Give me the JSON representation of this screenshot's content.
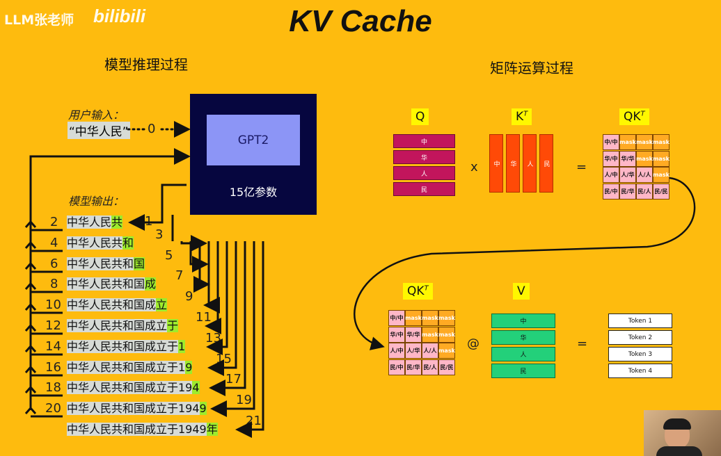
{
  "watermark": {
    "text": "LLM张老师",
    "logo": "bilibili"
  },
  "title": "KV Cache",
  "left_section": {
    "title": "模型推理过程",
    "user_input_label": "用户输入：",
    "user_input_value": "“中华人民”",
    "user_input_step": "0",
    "model_output_label": "模型输出：",
    "model": {
      "name": "GPT2",
      "params": "15亿参数"
    },
    "outputs": [
      {
        "step": "2",
        "prefix": "中华人民",
        "new": "共",
        "feed": "1"
      },
      {
        "step": "4",
        "prefix": "中华人民共",
        "new": "和",
        "feed": "3"
      },
      {
        "step": "6",
        "prefix": "中华人民共和",
        "new": "国",
        "feed": "5"
      },
      {
        "step": "8",
        "prefix": "中华人民共和国",
        "new": "成",
        "feed": "7"
      },
      {
        "step": "10",
        "prefix": "中华人民共和国成",
        "new": "立",
        "feed": "9"
      },
      {
        "step": "12",
        "prefix": "中华人民共和国成立",
        "new": "于",
        "feed": "11"
      },
      {
        "step": "14",
        "prefix": "中华人民共和国成立于",
        "new": "1",
        "feed": "13"
      },
      {
        "step": "16",
        "prefix": "中华人民共和国成立于1",
        "new": "9",
        "feed": "15"
      },
      {
        "step": "18",
        "prefix": "中华人民共和国成立于19",
        "new": "4",
        "feed": "17"
      },
      {
        "step": "20",
        "prefix": "中华人民共和国成立于194",
        "new": "9",
        "feed": "19"
      },
      {
        "step": "",
        "prefix": "中华人民共和国成立于1949",
        "new": "年",
        "feed": "21"
      }
    ]
  },
  "right_section": {
    "title": "矩阵运算过程",
    "q_label": "Q",
    "kt_label": "K",
    "kt_sup": "T",
    "qkt_label": "QK",
    "qkt_sup": "T",
    "v_label": "V",
    "op_times": "x",
    "op_equals": "=",
    "op_at": "@",
    "q_rows": [
      "中",
      "华",
      "人",
      "民"
    ],
    "k_cols": [
      "中",
      "华",
      "人",
      "民"
    ],
    "qk_matrix": [
      [
        "中/中",
        "mask",
        "mask",
        "mask"
      ],
      [
        "华/中",
        "华/华",
        "mask",
        "mask"
      ],
      [
        "人/中",
        "人/华",
        "人/人",
        "mask"
      ],
      [
        "民/中",
        "民/华",
        "民/人",
        "民/民"
      ]
    ],
    "v_rows": [
      "中",
      "华",
      "人",
      "民"
    ],
    "tokens": [
      "Token 1",
      "Token 2",
      "Token 3",
      "Token 4"
    ],
    "colors": {
      "q": "#C2155C",
      "k": "#FF4A07",
      "v": "#23D07A",
      "qk_pink": "#FFB7C7",
      "qk_mask": "#FFAA23",
      "label_bg": "#FFF700"
    }
  }
}
